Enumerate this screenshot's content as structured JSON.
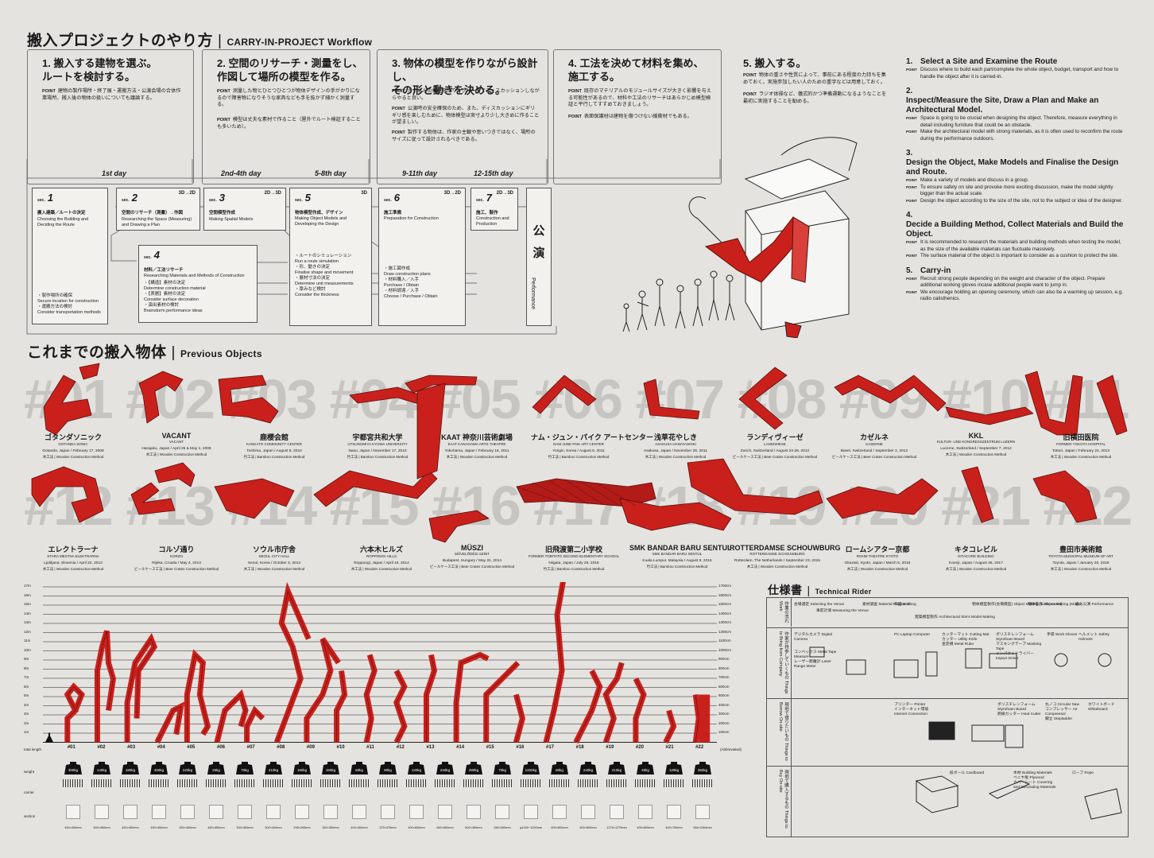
{
  "workflow": {
    "title_jp": "搬入プロジェクトのやり方",
    "title_en": "CARRY-IN-PROJECT Workflow",
    "cards": [
      {
        "title": "1. 搬入する建物を選ぶ。\nルートを検討する。",
        "points": [
          "建物の製作場所・終了展・運搬方法・公演会場の合体作業場所、搬入後の物体の扱いについても議論する。"
        ]
      },
      {
        "title": "2. 空間のリサーチ・測量をし、\n作図して場所の模型を作る。",
        "points": [
          "測量した物とひとつひとつが物体デザインの手がかりになるので障害物になりそうな家具なども手を抜かず細かく測量する。",
          "模型は丈夫な素材で作ること（屋外でルート検証することも多いため）。"
        ]
      },
      {
        "title": "3. 物体の模型を作りながら設計し、\nその形と動きを決める。",
        "points": [
          "たくさんの模型を作り、グループでディスカッションしながらやると良い。",
          "公演時の安全確保のため、また、ディスカッションにギリギリ感を楽しむために、物体模型は実寸より少し大きめに作ることが望ましい。",
          "製作する物体は、作家の主観や思いつきではなく、場所のサイズに従って設計されるべきである。"
        ]
      },
      {
        "title": "4. 工法を決めて材料を集め、\n施工する。",
        "points": [
          "既存のマテリアルのモジュールサイズが大きく影響を与える可能性があるので、材料や工法のリサーチはあらかじめ模型検証と平行してすすめておきましょう。",
          "表面保護材は建物を傷つけない緩衝材でもある。"
        ]
      },
      {
        "title": "5. 搬入する。",
        "points": [
          "物体の重さや性質によって、事前にある程度の力持ちを集めておく。実施参加したい人のための重宇などは用意しておく。",
          "ラジオ体操など、儀式的かつ準備運動になるようなことを最初に実施することを勧める。"
        ]
      }
    ],
    "days": [
      "1st day",
      "2nd-4th day",
      "5-8th day",
      "9-11th day",
      "12-15th day"
    ],
    "sections": [
      {
        "num": "1",
        "mode": "",
        "jp": "搬入建築／ルートの決定",
        "en": "Choosing the Building and Deciding the Route"
      },
      {
        "num": "2",
        "mode": "3D→2D",
        "jp": "空間のリサーチ（測量）→作図",
        "en": "Researching the Space (Measuring) and Drawing a Plan"
      },
      {
        "num": "3",
        "mode": "2D→3D",
        "jp": "空間模型作成",
        "en": "Making Spatial Models"
      },
      {
        "num": "4",
        "mode": "",
        "jp": "材料／工法リサーチ",
        "en": "Researching Materials and Methods of Construction"
      },
      {
        "num": "5",
        "mode": "3D",
        "jp": "物体模型作成、デザイン",
        "en": "Making Object Models and Developing the Design"
      },
      {
        "num": "6",
        "mode": "3D→2D",
        "jp": "施工準備",
        "en": "Preparation for Construction"
      },
      {
        "num": "7",
        "mode": "2D→3D",
        "jp": "施工、製作",
        "en": "Construction and Production"
      }
    ],
    "sec1_sub": [
      "・製作場所の確保",
      "Secure location for construction",
      "・運搬方法の検討",
      "Consider transportation methods"
    ],
    "sec4_sub": [
      "・【構造】素材の決定",
      "Determine construction material",
      "・【表層】素材の決定",
      "Consider surface decoration",
      "・演出素材の検討",
      "Brainstorm performance ideas"
    ],
    "sec5_sub": [
      "・ルートのシミュレーション",
      "Run a route simulation",
      "・形、動きの決定",
      "Finalise shape and movement",
      "・展材寸法の決定",
      "Determine unit measurements",
      "・厚みなど検討",
      "Consider the thickness"
    ],
    "sec6_sub": [
      "・施工図作成",
      "Draw construction plans",
      "・材料購入／入手",
      "Purchase / Obtain",
      "・材料調達／入手",
      "Choose / Purchase / Obtain"
    ],
    "performance_jp": "公演",
    "performance_en": "Performance"
  },
  "steps_en": [
    {
      "num": "1.",
      "title": "Select a Site and Examine the Route",
      "points": [
        "Discuss where to build each part/complete the whole object, budget, transport and how to handle the object after it is carried-in."
      ]
    },
    {
      "num": "2.",
      "title": "Inspect/Measure the Site, Draw a Plan and Make an Architectural Model.",
      "points": [
        "Space is going to be crucial when designing the object. Therefore, measure everything in detail including furniture that could be an obstacle.",
        "Make the architectural model with strong materials, as it is often used to reconfirm the route during the performance outdoors."
      ]
    },
    {
      "num": "3.",
      "title": "Design the Object, Make Models and Finalise the Design and Route.",
      "points": [
        "Make a variety of models and discuss in a group.",
        "To ensure safety on site and provoke more exciting discussion, make the model slightly bigger than the actual scale.",
        "Design the object according to the size of the site, not to the subject or idea of the designer."
      ]
    },
    {
      "num": "4.",
      "title": "Decide a Building Method, Collect Materials and Build the Object.",
      "points": [
        "It is recommended to research the materials and building methods when testing the model, as the size of the available materials can fluctuate massively.",
        "The surface material of the object is important to consider as a cushion to protect the site."
      ]
    },
    {
      "num": "5.",
      "title": "Carry-in",
      "points": [
        "Recruit strong people depending on the weight and character of the object. Prepare additional working gloves incase additional people want to jump in.",
        "We encourage holding an opening ceremony, which can also be a warming up session, e.g. radio calisthenics."
      ]
    }
  ],
  "point_label": "POINT",
  "previous": {
    "title_jp": "これまでの搬入物体",
    "title_en": "Previous Objects",
    "row1_numbers": "#01 #02 #03 #04 #05 #06 #07 #08 #09 #10 #11",
    "row2_numbers": "#12 #13 #14 #15 #16 #17 #18 #19 #20 #21 #22",
    "objects": [
      {
        "jp": "ゴタンダソニック",
        "en": "GOTANDA SONIC",
        "place": "Gotanda, Japan / February 17, 2008",
        "method": "木工法 | Wooden Construction Method"
      },
      {
        "jp": "VACANT",
        "en": "VACANT",
        "place": "Harajuku, Japan / April 25 & May 1, 2009",
        "method": "木工法 | Wooden Construction Method"
      },
      {
        "jp": "鹿櫻会館",
        "en": "KANKATO COMMUNITY CENTER",
        "place": "Toshima, Japan / August 8, 2010",
        "method": "竹工法 | Bamboo Construction Method"
      },
      {
        "jp": "宇都宮共和大学",
        "en": "UTSUNOMIYA KYOWA UNIVERSITY",
        "place": "Nasu, Japan / November 17, 2010",
        "method": "竹工法 | Bamboo Construction Method"
      },
      {
        "jp": "KAAT 神奈川芸術劇場",
        "en": "KAAT KANAGAWA ARTS THEATRE",
        "place": "Yokohama, Japan / February 16, 2011",
        "method": "木工法 | Wooden Construction Method"
      },
      {
        "jp": "ナム・ジュン・パイク アートセンター",
        "en": "NAM JUNE PAIK ART CENTER",
        "place": "Yongin, Korea / August 6, 2011",
        "method": "竹工法 | Bamboo Construction Method"
      },
      {
        "jp": "浅草花やしき",
        "en": "ASAKUSA HANAYASHIKI",
        "place": "Asakusa, Japan / November 26, 2011",
        "method": "木工法 | Wooden Construction Method"
      },
      {
        "jp": "ランディヴィーゼ",
        "en": "LANDIWIESE",
        "place": "Zurich, Switzerland / August 24-26, 2012",
        "method": "ビールケース工法 | Beer Crates Construction Method"
      },
      {
        "jp": "カゼルネ",
        "en": "KASERNE",
        "place": "Basel, Switzerland / September 2, 2012",
        "method": "ビールケース工法 | Beer Crates Construction Method"
      },
      {
        "jp": "KKL",
        "en": "KULTUR- UND KONGRESSZENTRUM LUZERN",
        "place": "Lucerne, Switzerland / September 7, 2012",
        "method": "木工法 | Wooden Construction Method"
      },
      {
        "jp": "旧横田医院",
        "en": "FORMER YOKOTA HOSPITAL",
        "place": "Tottori, Japan / February 24, 2013",
        "method": "木工法 | Wooden Construction Method"
      },
      {
        "jp": "エレクトラーナ",
        "en": "STARA MESTNA ELEKTRARNA",
        "place": "Ljubljana, Slovenia / April 22, 2013",
        "method": "木工法 | Wooden Construction Method"
      },
      {
        "jp": "コルゾ通り",
        "en": "KORZO",
        "place": "Rijeka, Croatia / May 4, 2013",
        "method": "ビールケース工法 | Beer Crates Construction Method"
      },
      {
        "jp": "ソウル市庁舎",
        "en": "SEOUL CITY HALL",
        "place": "Seoul, Korea / October 3, 2013",
        "method": "木工法 | Wooden Construction Method"
      },
      {
        "jp": "六本木ヒルズ",
        "en": "ROPPONGI HILLS",
        "place": "Roppongi, Japan / April 19, 2014",
        "method": "木工法 | Wooden Construction Method"
      },
      {
        "jp": "MÜSZI",
        "en": "MŰVELŐDÉSI SZINT",
        "place": "Budapest, Hungary / May 31, 2014",
        "method": "ビールケース工法 | Beer Crates Construction Method"
      },
      {
        "jp": "旧飛渡第二小学校",
        "en": "FORMER TOBITATO SECOND ELEMENTARY SCHOOL",
        "place": "Niigata, Japan / July 26, 2015",
        "method": "竹工法 | Bamboo Construction Method"
      },
      {
        "jp": "SMK BANDAR BARU SENTUL",
        "en": "SMK BANDAR BARU SENTUL",
        "place": "Kuala Lumpur, Malaysia / August 9, 2015",
        "method": "竹工法 | Bamboo Construction Method"
      },
      {
        "jp": "ROTTERDAMSE SCHOUWBURG",
        "en": "ROTTERDAMSE SCHOUWBURG",
        "place": "Rotterdam, The Netherlands / September 23, 2015",
        "method": "木工法 | Wooden Construction Method"
      },
      {
        "jp": "ロームシアター京都",
        "en": "ROHM THEATRE KYOTO",
        "place": "Okazaki, Kyoto, Japan / March 5, 2016",
        "method": "木工法 | Wooden Construction Method"
      },
      {
        "jp": "キタコレビル",
        "en": "KITACORE BUILDING",
        "place": "Koenji, Japan / August 26, 2017",
        "method": "木工法 | Wooden Construction Method"
      },
      {
        "jp": "豊田市美術館",
        "en": "TOYOTA MUNICIPAL MUSEUM OF ART",
        "place": "Toyota, Japan / January 20, 2018",
        "method": "木工法 | Wooden Construction Method"
      }
    ]
  },
  "scale": {
    "y_left": [
      "17m",
      "16m",
      "15m",
      "14m",
      "13m",
      "12m",
      "11m",
      "10m",
      "9m",
      "8m",
      "7m",
      "6m",
      "5m",
      "4m",
      "3m",
      "2m",
      "1m"
    ],
    "y_right": [
      "1700cm",
      "1600cm",
      "1500cm",
      "1400cm",
      "1300cm",
      "1200cm",
      "1100cm",
      "1000cm",
      "900cm",
      "800cm",
      "700cm",
      "600cm",
      "500cm",
      "400cm",
      "300cm",
      "200cm",
      "100cm"
    ],
    "ids": [
      "#01",
      "#02",
      "#03",
      "#04",
      "#05",
      "#06",
      "#07",
      "#08",
      "#09",
      "#10",
      "#11",
      "#12",
      "#13",
      "#14",
      "#15",
      "#16",
      "#17",
      "#18",
      "#19",
      "#20",
      "#21",
      "#22"
    ],
    "weights": [
      "300kg",
      "140kg",
      "180kg",
      "400kg",
      "220kg",
      "25kg",
      "70kg",
      "210kg",
      "180kg",
      "150kg",
      "60kg",
      "90kg",
      "120kg",
      "240kg",
      "280kg",
      "70kg",
      "1200kg",
      "80kg",
      "240kg",
      "210kg",
      "40kg",
      "120kg",
      "350kg"
    ],
    "sections": [
      "450×450mm",
      "450×450mm",
      "450×450mm",
      "450×450mm",
      "450×450mm",
      "450×450mm",
      "300×300mm",
      "300×400mm",
      "295×295mm",
      "350×350mm",
      "400×300mm",
      "375×375mm",
      "400×600mm",
      "650×650mm",
      "600×450mm",
      "280×390mm",
      "φ1000~1200mm",
      "600×600mm",
      "600×800mm",
      "1275×1275mm",
      "400×600mm",
      "400×750mm",
      "564×2364mm"
    ],
    "row_labels": [
      "weight",
      "carrier",
      "section",
      "total length"
    ],
    "side_label": "(Abbreviated)"
  },
  "rider": {
    "title_jp": "仕様書",
    "title_en": "Technical Rider",
    "rows": [
      "作業の流れ Work",
      "作家が持参していくもの Things to Bring from Company",
      "現地で借りたいもの Things to Borrow On-site",
      "現地で購入するもの Things to Buy On-site"
    ],
    "work": [
      "会場選定 Selecting the Venue",
      "事前計測 Measuring the Venue",
      "素材調査 Material Research",
      "作図 Drafting",
      "建築模型製作 Architectural Site's Model Making",
      "物体模型製作(会場模型) Object Making (scale model)",
      "物体製作 Object Making (Model)",
      "搬入公演 Performance"
    ],
    "bring": [
      "デジタルカメラ Digital Camera",
      "コンベックス Metal Tape Measure",
      "レーザー距離計 Laser Range Meter",
      "PC Laptop Computer",
      "カッターマット Cutting Mat",
      "カッター Utility Knife",
      "金定規 Metal Ruler",
      "ポリスチレンフォーム Styrofoam Board",
      "マスキングテープ Masking Tape",
      "インパクトドライバー Impact Driver",
      "手袋 Work Gloves",
      "ヘルメット Safety Helmets"
    ],
    "borrow": [
      "プリンター Printer",
      "インターネット環境 Internet Connection",
      "ポリスチレンフォーム Styrofoam Board",
      "熱線カッター Heat Cutter",
      "丸ノコ Circular Saw",
      "コンプレッサー Air Compressor",
      "脚立 Stepladder",
      "ホワイトボード Whiteboard"
    ],
    "buy": [
      "段ボール Cardboard",
      "木材 Building Materials",
      "ベニヤ板 Plywood",
      "カバーシート Covering and Decorating Materials",
      "ロープ Rope"
    ]
  },
  "colors": {
    "red": "#c9201c",
    "bg": "#e4e3df"
  }
}
